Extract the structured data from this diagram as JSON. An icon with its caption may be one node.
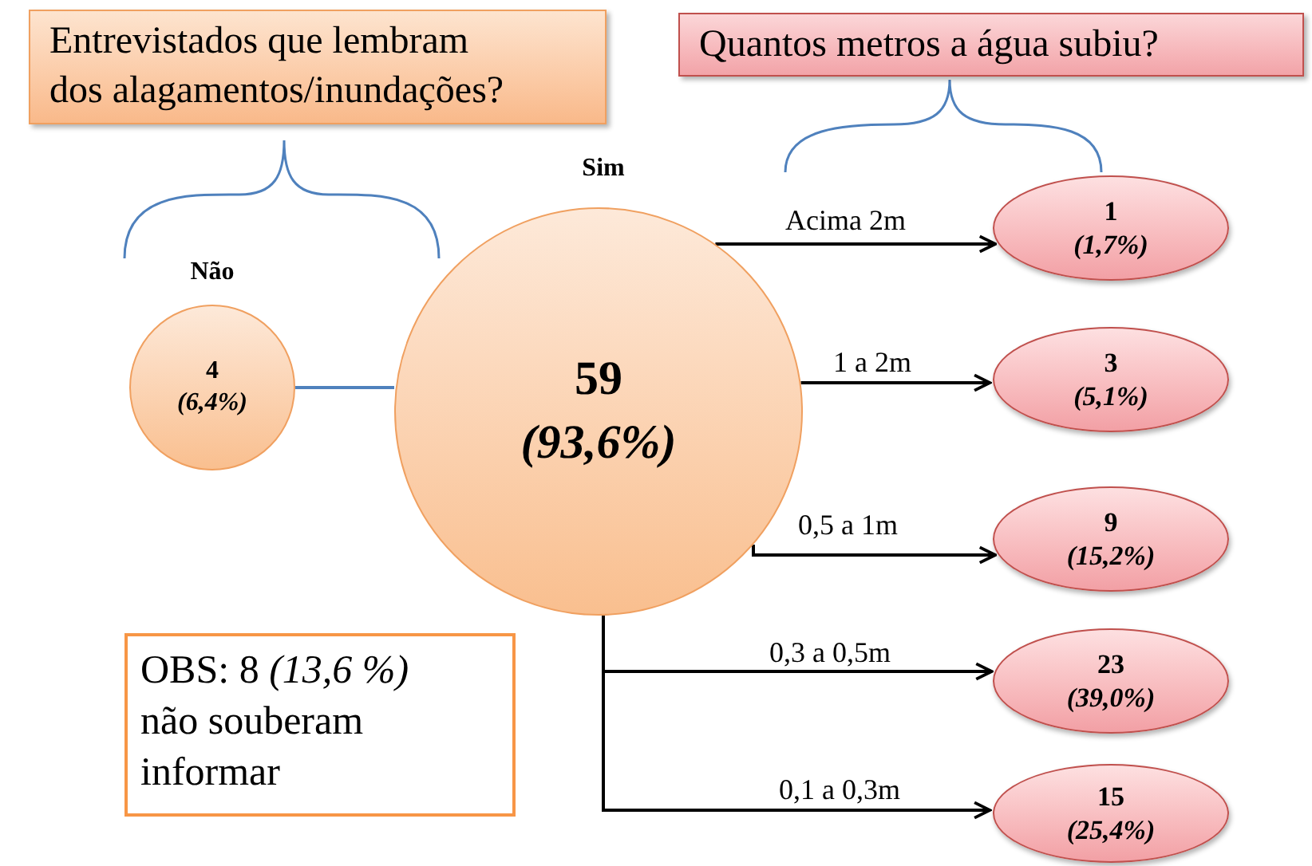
{
  "diagram": {
    "nodes": [
      {
        "text": [
          "Entrevistados que lembram dos alagamentos/inundações?"
        ]
      },
      {
        "text": [
          "Quantos metros a água subiu?"
        ]
      },
      {
        "text": [
          "4",
          "(6,4%)"
        ],
        "beside": [
          "Não"
        ]
      },
      {
        "text": [
          "59",
          "(93,6%)"
        ],
        "beside": [
          "Sim"
        ]
      },
      {
        "text": [
          "1",
          "(1,7%)"
        ]
      },
      {
        "text": [
          "3",
          "(5,1%)"
        ]
      },
      {
        "text": [
          "9",
          "(15,2%)"
        ]
      },
      {
        "text": [
          "23",
          "(39,0%)"
        ]
      },
      {
        "text": [
          "15",
          "(25,4%)"
        ]
      },
      {
        "text": [
          "OBS: 8 *(13,6 %)* não souberam informar"
        ]
      }
    ],
    "edges": [
      {
        "from": 2,
        "to": 3,
        "arrow": "none",
        "color": "#4f81bd"
      },
      {
        "from": 3,
        "to": 4,
        "arrow": "to",
        "label": "Acima 2m"
      },
      {
        "from": 3,
        "to": 5,
        "arrow": "to",
        "label": "1 a 2m"
      },
      {
        "from": 3,
        "to": 6,
        "arrow": "to",
        "label": "0,5 a 1m"
      },
      {
        "from": 3,
        "to": 7,
        "arrow": "to",
        "label": "0,3 a 0,5m"
      },
      {
        "from": 3,
        "to": 8,
        "arrow": "to",
        "label": "0,1 a 0,3m"
      }
    ]
  }
}
